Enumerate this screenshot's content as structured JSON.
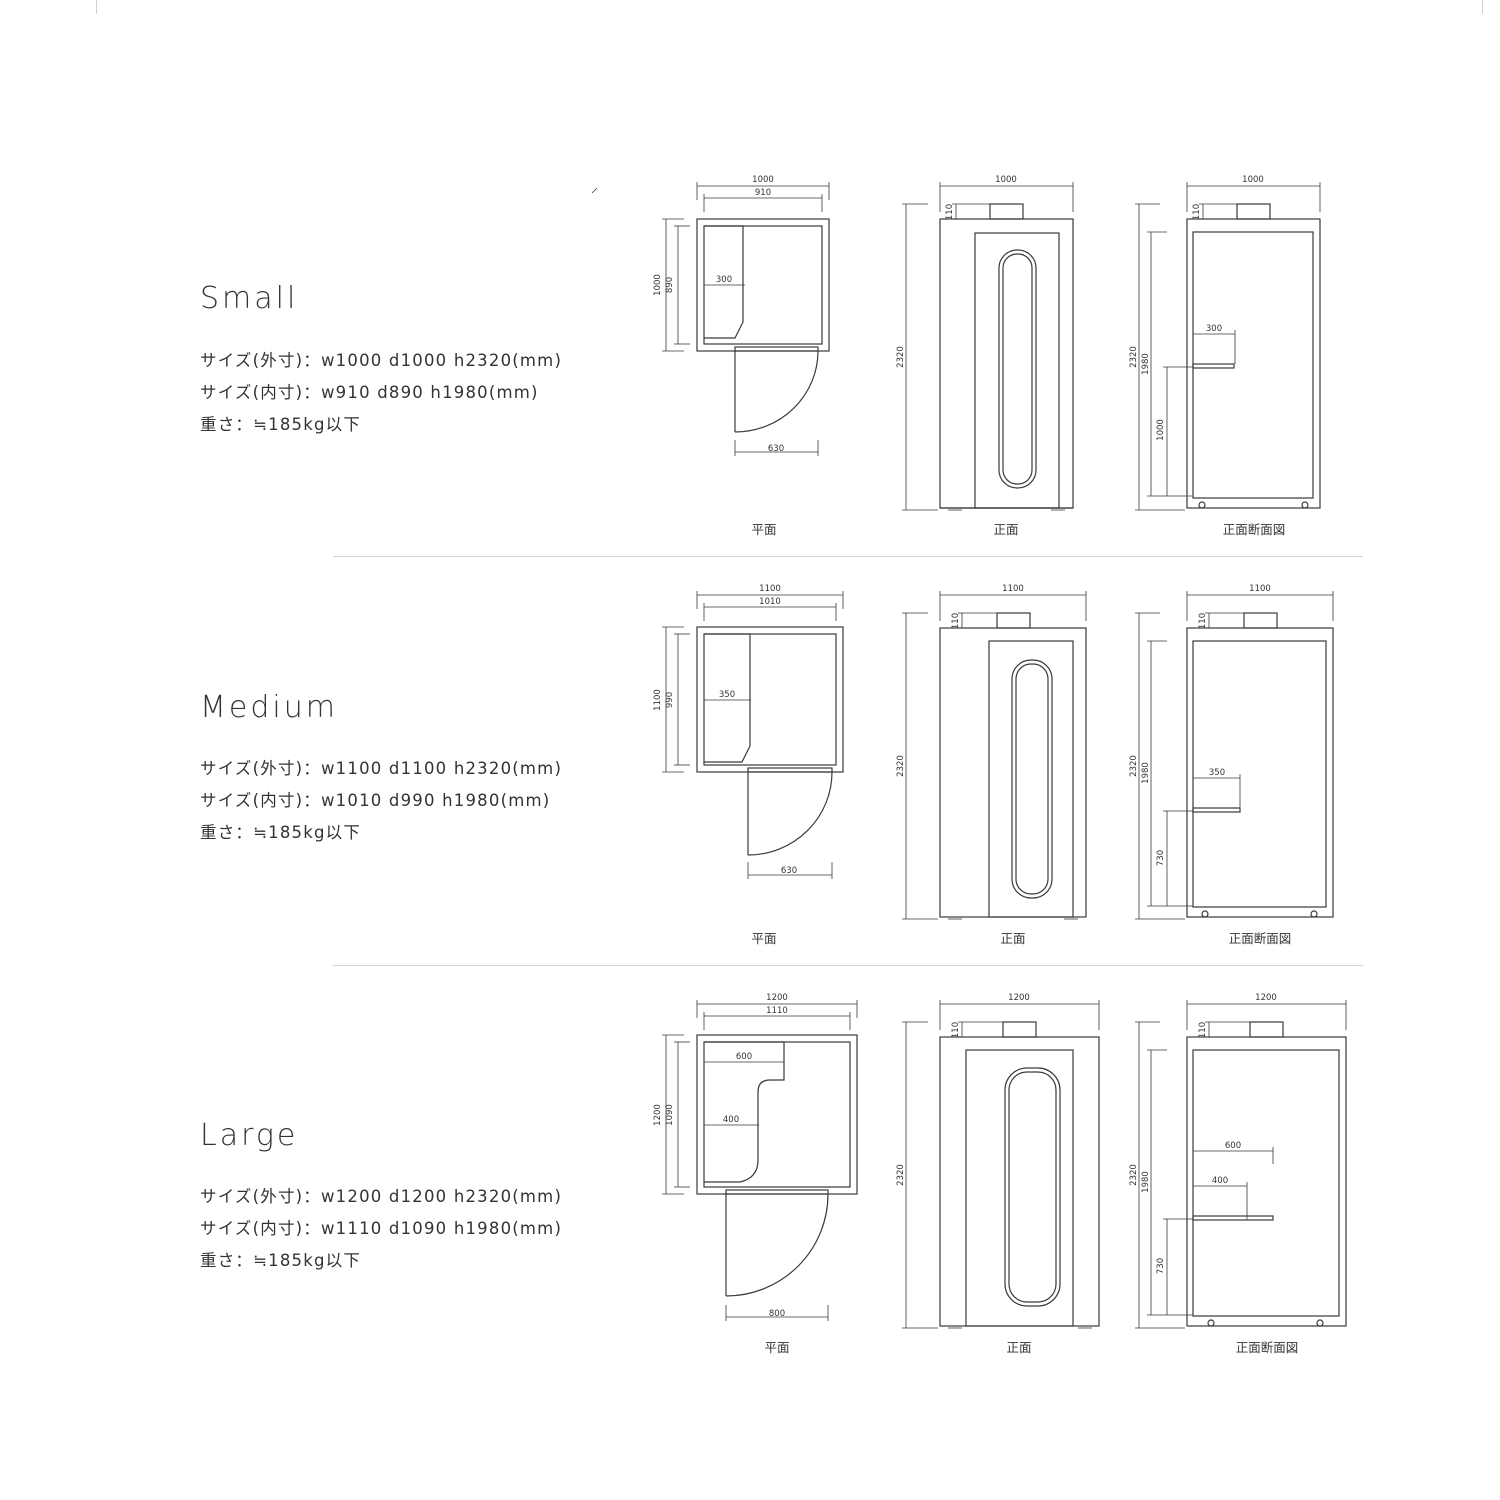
{
  "sections": [
    {
      "title": "Small",
      "specs": [
        "サイズ(外寸)：w1000 d1000 h2320(mm)",
        "サイズ(内寸)：w910 d890 h1980(mm)",
        "重さ：≒185kg以下"
      ],
      "plan": {
        "outer_w": "1000",
        "inner_w": "910",
        "outer_d": "1000",
        "inner_d": "890",
        "seat": "300",
        "door": "630"
      },
      "front": {
        "width": "1000",
        "height": "2320",
        "top": "110"
      },
      "section": {
        "width": "1000",
        "height": "2320",
        "top": "110",
        "inner_h": "1980",
        "desk_w": "300",
        "desk_h": "1000"
      }
    },
    {
      "title": "Medium",
      "specs": [
        "サイズ(外寸)：w1100 d1100 h2320(mm)",
        "サイズ(内寸)：w1010 d990 h1980(mm)",
        "重さ：≒185kg以下"
      ],
      "plan": {
        "outer_w": "1100",
        "inner_w": "1010",
        "outer_d": "1100",
        "inner_d": "990",
        "seat": "350",
        "door": "630"
      },
      "front": {
        "width": "1100",
        "height": "2320",
        "top": "110"
      },
      "section": {
        "width": "1100",
        "height": "2320",
        "top": "110",
        "inner_h": "1980",
        "desk_w": "350",
        "desk_h": "730"
      }
    },
    {
      "title": "Large",
      "specs": [
        "サイズ(外寸)：w1200 d1200 h2320(mm)",
        "サイズ(内寸)：w1110 d1090 h1980(mm)",
        "重さ：≒185kg以下"
      ],
      "plan": {
        "outer_w": "1200",
        "inner_w": "1110",
        "outer_d": "1200",
        "inner_d": "1090",
        "seat_top": "600",
        "seat": "400",
        "door": "800"
      },
      "front": {
        "width": "1200",
        "height": "2320",
        "top": "110"
      },
      "section": {
        "width": "1200",
        "height": "2320",
        "top": "110",
        "inner_h": "1980",
        "desk_w_top": "600",
        "desk_w": "400",
        "desk_h": "730"
      }
    }
  ],
  "captions": {
    "plan": "平面",
    "front": "正面",
    "section": "正面断面図"
  }
}
